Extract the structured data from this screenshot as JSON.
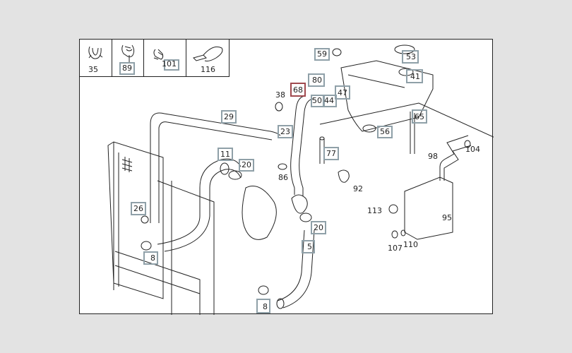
{
  "diagram": {
    "title": "Radiator and coolant hoses parts diagram",
    "highlight_color": "#a0494e",
    "label_box_color": "#8fa0a8",
    "legend_cells": [
      {
        "part": "35",
        "icon": "hose-clip-icon",
        "boxed": false
      },
      {
        "part": "89",
        "icon": "double-clip-icon",
        "boxed": true
      },
      {
        "part": "101",
        "icon": "bracket-clip-icon",
        "boxed": true
      },
      {
        "part": "116",
        "icon": "cable-tie-icon",
        "boxed": false
      }
    ],
    "boxed_labels": [
      {
        "part": "59"
      },
      {
        "part": "53"
      },
      {
        "part": "41"
      },
      {
        "part": "80"
      },
      {
        "part": "68",
        "active": true
      },
      {
        "part": "47"
      },
      {
        "part": "50"
      },
      {
        "part": "44"
      },
      {
        "part": "29"
      },
      {
        "part": "23"
      },
      {
        "part": "65"
      },
      {
        "part": "56"
      },
      {
        "part": "11"
      },
      {
        "part": "20"
      },
      {
        "part": "77"
      },
      {
        "part": "26"
      },
      {
        "part": "20"
      },
      {
        "part": "5"
      },
      {
        "part": "8"
      },
      {
        "part": "8"
      }
    ],
    "plain_labels": [
      {
        "part": "38"
      },
      {
        "part": "86"
      },
      {
        "part": "92"
      },
      {
        "part": "98"
      },
      {
        "part": "104"
      },
      {
        "part": "113"
      },
      {
        "part": "95"
      },
      {
        "part": "107"
      },
      {
        "part": "110"
      }
    ]
  }
}
